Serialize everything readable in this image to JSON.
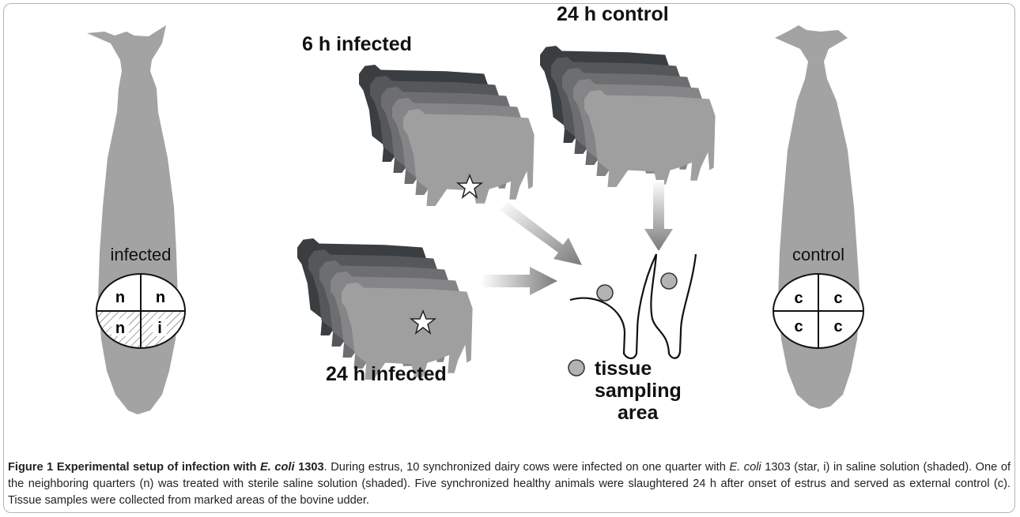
{
  "figure": {
    "labels": {
      "six_h_infected": "6 h infected",
      "twentyfour_h_control": "24 h control",
      "twentyfour_h_infected": "24 h infected",
      "tissue_legend": "tissue sampling area",
      "tissue_line1": "tissue",
      "tissue_line2": "sampling",
      "tissue_line3": "area"
    },
    "left_udder": {
      "label": "infected",
      "quarters": [
        "n",
        "n",
        "n",
        "i"
      ]
    },
    "right_udder": {
      "label": "control",
      "quarters": [
        "c",
        "c",
        "c",
        "c"
      ]
    },
    "colors": {
      "silhouette": "#a3a3a3",
      "cow_shades": [
        "#3a3e41",
        "#55575a",
        "#6d6e70",
        "#858587",
        "#a09f9f"
      ],
      "arrow": "#8a8a8a"
    }
  },
  "caption": {
    "title_prefix": "Figure 1 Experimental setup of infection with ",
    "title_italic": "E. coli",
    "title_suffix": " 1303",
    "text_1": ". During estrus, 10 synchronized dairy cows were infected on one quarter with ",
    "italic_1": "E. coli",
    "text_2": " 1303 (star, i) in saline solution (shaded). One of the neighboring quarters (n) was treated with sterile saline solution (shaded). Five synchronized healthy animals were slaughtered 24 h after onset of estrus and served as external control (c). Tissue samples were collected from marked areas of the bovine udder."
  }
}
